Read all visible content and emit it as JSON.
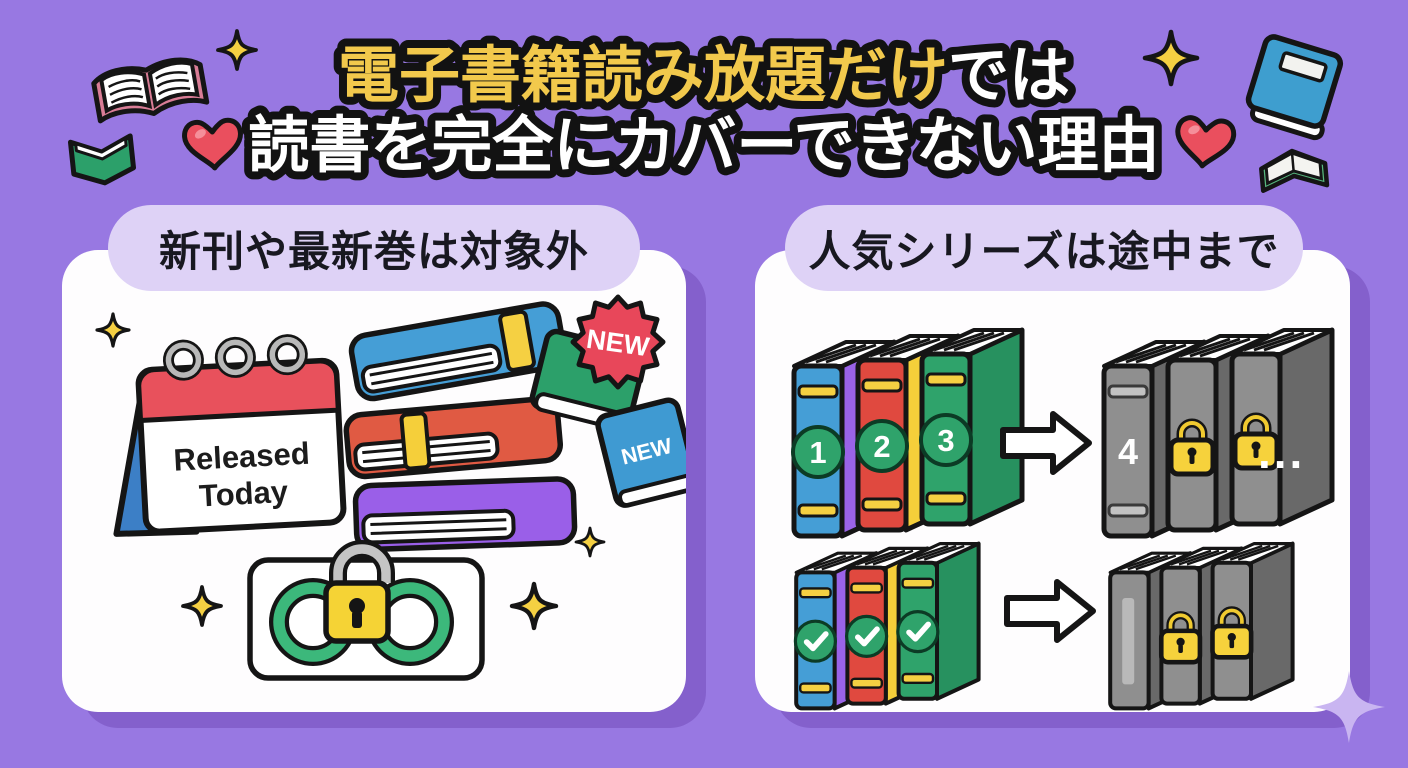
{
  "page": {
    "background_color": "#9878e2"
  },
  "title": {
    "line1_highlight": "電子書籍読み放題だけ",
    "line1_rest": "では",
    "line2": "読書を完全にカバーできない理由",
    "highlight_color": "#f2c94c",
    "text_color": "#ffffff"
  },
  "left_card": {
    "header": "新刊や最新巻は対象外",
    "calendar_line1": "Released",
    "calendar_line2": "Today",
    "starburst_badge": "NEW",
    "book_badge": "NEW"
  },
  "right_card": {
    "header": "人気シリーズは途中まで",
    "volume_1": "1",
    "volume_2": "2",
    "volume_3": "3",
    "volume_4": "4",
    "ellipsis": "..."
  },
  "colors": {
    "card": "#ffffff",
    "header_badge": "#ded2f6",
    "shadow": "#8460cc",
    "yellow": "#f5d042",
    "red": "#e8515c",
    "blue": "#459ed6",
    "green": "#2fa36b",
    "purple_book": "#9a5fe8",
    "orange": "#e05a43",
    "gray_book": "#8f8f8f",
    "lock_yellow": "#f6d23c"
  }
}
